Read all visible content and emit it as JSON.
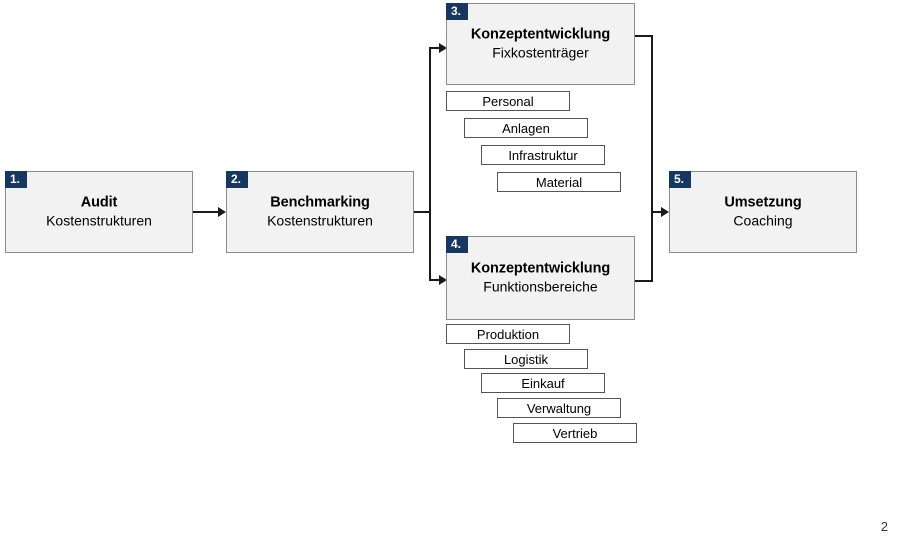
{
  "slide": {
    "page_number": "2",
    "colors": {
      "badge_navy": "#16375f",
      "stage_fill": "#f2f2f2",
      "stage_border": "#8c8c8c",
      "step_border": "#555555",
      "connector": "#1a1a1a"
    }
  },
  "stages": [
    {
      "number": "1.",
      "title": "Audit",
      "subtitle": "Kostenstrukturen"
    },
    {
      "number": "2.",
      "title": "Benchmarking",
      "subtitle": "Kostenstrukturen"
    },
    {
      "number": "3.",
      "title": "Konzeptentwicklung",
      "subtitle": "Fixkostenträger"
    },
    {
      "number": "4.",
      "title": "Konzeptentwicklung",
      "subtitle": "Funktionsbereiche"
    },
    {
      "number": "5.",
      "title": "Umsetzung",
      "subtitle": "Coaching"
    }
  ],
  "fixkosten_steps": [
    {
      "label": "Personal"
    },
    {
      "label": "Anlagen"
    },
    {
      "label": "Infrastruktur"
    },
    {
      "label": "Material"
    }
  ],
  "funktions_steps": [
    {
      "label": "Produktion"
    },
    {
      "label": "Logistik"
    },
    {
      "label": "Einkauf"
    },
    {
      "label": "Verwaltung"
    },
    {
      "label": "Vertrieb"
    }
  ]
}
